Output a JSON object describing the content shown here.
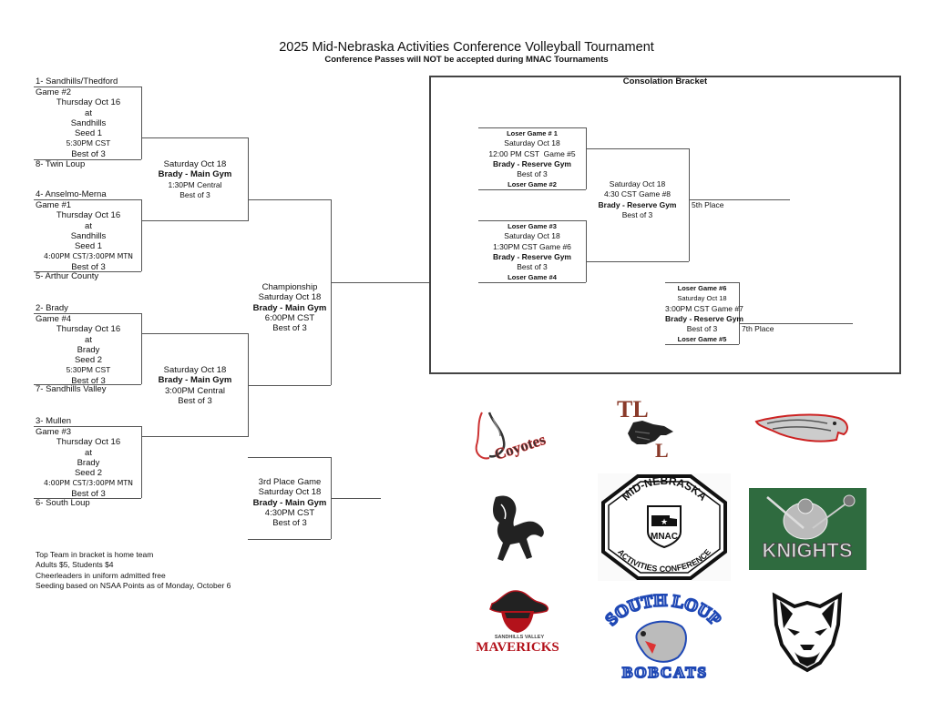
{
  "header": {
    "title": "2025 Mid-Nebraska Activities Conference Volleyball Tournament",
    "subtitle": "Conference Passes will NOT be accepted during MNAC Tournaments"
  },
  "first_round": [
    {
      "top_team": "1- Sandhills/Thedford",
      "game": "Game #2",
      "day": "Thursday Oct 16",
      "at": "at",
      "site": "Sandhills",
      "seed": "Seed 1",
      "time": "5:30PM CST",
      "format": "Best of 3",
      "bottom_team": "8- Twin Loup"
    },
    {
      "top_team": "4- Anselmo-Merna",
      "game": "Game #1",
      "day": "Thursday Oct 16",
      "at": "at",
      "site": "Sandhills",
      "seed": "Seed 1",
      "time": "4:00PM CST/3:00PM MTN",
      "format": "Best of 3",
      "bottom_team": "5- Arthur County"
    },
    {
      "top_team": "2- Brady",
      "game": "Game #4",
      "day": "Thursday Oct 16",
      "at": "at",
      "site": "Brady",
      "seed": "Seed 2",
      "time": "5:30PM CST",
      "format": "Best of 3",
      "bottom_team": "7- Sandhills Valley"
    },
    {
      "top_team": "3- Mullen",
      "game": "Game #3",
      "day": "Thursday Oct 16",
      "at": "at",
      "site": "Brady",
      "seed": "Seed 2",
      "time": "4:00PM CST/3:00PM MTN",
      "format": "Best of 3",
      "bottom_team": "6- South Loup"
    }
  ],
  "semifinals": [
    {
      "day": "Saturday Oct 18",
      "venue": "Brady - Main Gym",
      "time": "1:30PM Central",
      "format": "Best of 3"
    },
    {
      "day": "Saturday Oct 18",
      "venue": "Brady - Main Gym",
      "time": "3:00PM Central",
      "format": "Best of 3"
    }
  ],
  "championship": {
    "name": "Championship",
    "day": "Saturday Oct 18",
    "venue": "Brady - Main Gym",
    "time": "6:00PM CST",
    "format": "Best of 3"
  },
  "third_place": {
    "name": "3rd Place Game",
    "day": "Saturday Oct 18",
    "venue": "Brady - Main Gym",
    "time": "4:30PM CST",
    "format": "Best of 3"
  },
  "consolation": {
    "title": "Consolation Bracket",
    "game5": {
      "top": "Loser Game # 1",
      "day": "Saturday Oct 18",
      "time": "12:00 PM CST  Game #5",
      "venue": "Brady - Reserve Gym",
      "format": "Best of 3",
      "bottom": "Loser Game #2"
    },
    "game6": {
      "top": "Loser Game #3",
      "day": "Saturday Oct 18",
      "time": "1:30PM CST Game #6",
      "venue": "Brady - Reserve Gym",
      "format": "Best of 3",
      "bottom": "Loser Game #4"
    },
    "game8": {
      "day": "Saturday Oct 18",
      "time": "4:30 CST Game #8",
      "venue": "Brady - Reserve Gym",
      "format": "Best of 3",
      "result": "5th Place"
    },
    "game7": {
      "top": "Loser Game #6",
      "day": "Saturday Oct 18",
      "time": "3:00PM CST Game #7",
      "venue": "Brady - Reserve Gym",
      "format": "Best of 3",
      "bottom": "Loser Game #5",
      "result": "7th Place"
    }
  },
  "notes": [
    "Top Team in bracket is home team",
    "Adults $5, Students $4",
    "Cheerleaders in uniform admitted free",
    "Seeding based on NSAA Points as of Monday, October 6"
  ],
  "logos": {
    "coyotes": "Coyotes",
    "tl": "TL",
    "mnac_top": "MID-NEBRASKA",
    "mnac_center": "MNAC",
    "mnac_bottom": "ACTIVITIES CONFERENCE",
    "knights": "KNIGHTS",
    "mavericks_small": "SANDHILLS VALLEY",
    "mavericks": "MAVERICKS",
    "southloup_top": "SOUTH LOUP",
    "southloup_bottom": "BOBCATS"
  },
  "colors": {
    "line": "#555555",
    "red": "#b3121b",
    "brown": "#8a3a2a",
    "green": "#2f6b3f",
    "blue": "#1f48b5"
  }
}
